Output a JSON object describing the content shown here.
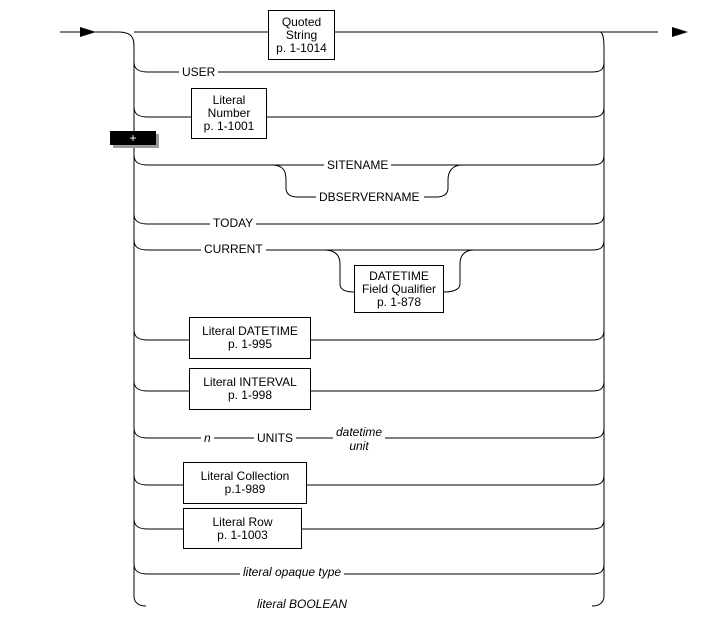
{
  "boxes": {
    "quoted_string": [
      "Quoted",
      "String",
      "p. 1-1014"
    ],
    "literal_number": [
      "Literal",
      "Number",
      "p. 1-1001"
    ],
    "datetime_field_qualifier": [
      "DATETIME",
      "Field Qualifier",
      "p. 1-878"
    ],
    "literal_datetime": [
      "Literal DATETIME",
      "p. 1-995"
    ],
    "literal_interval": [
      "Literal INTERVAL",
      "p. 1-998"
    ],
    "literal_collection": [
      "Literal Collection",
      "p.1-989"
    ],
    "literal_row": [
      "Literal Row",
      "p. 1-1003"
    ]
  },
  "keywords": {
    "user": "USER",
    "sitename": "SITENAME",
    "dbservername": "DBSERVERNAME",
    "today": "TODAY",
    "current": "CURRENT",
    "n": "n",
    "units": "UNITS",
    "datetime_unit": [
      "datetime",
      "unit"
    ],
    "literal_opaque_type": "literal opaque type",
    "literal_boolean": "literal BOOLEAN"
  },
  "badge": "+"
}
